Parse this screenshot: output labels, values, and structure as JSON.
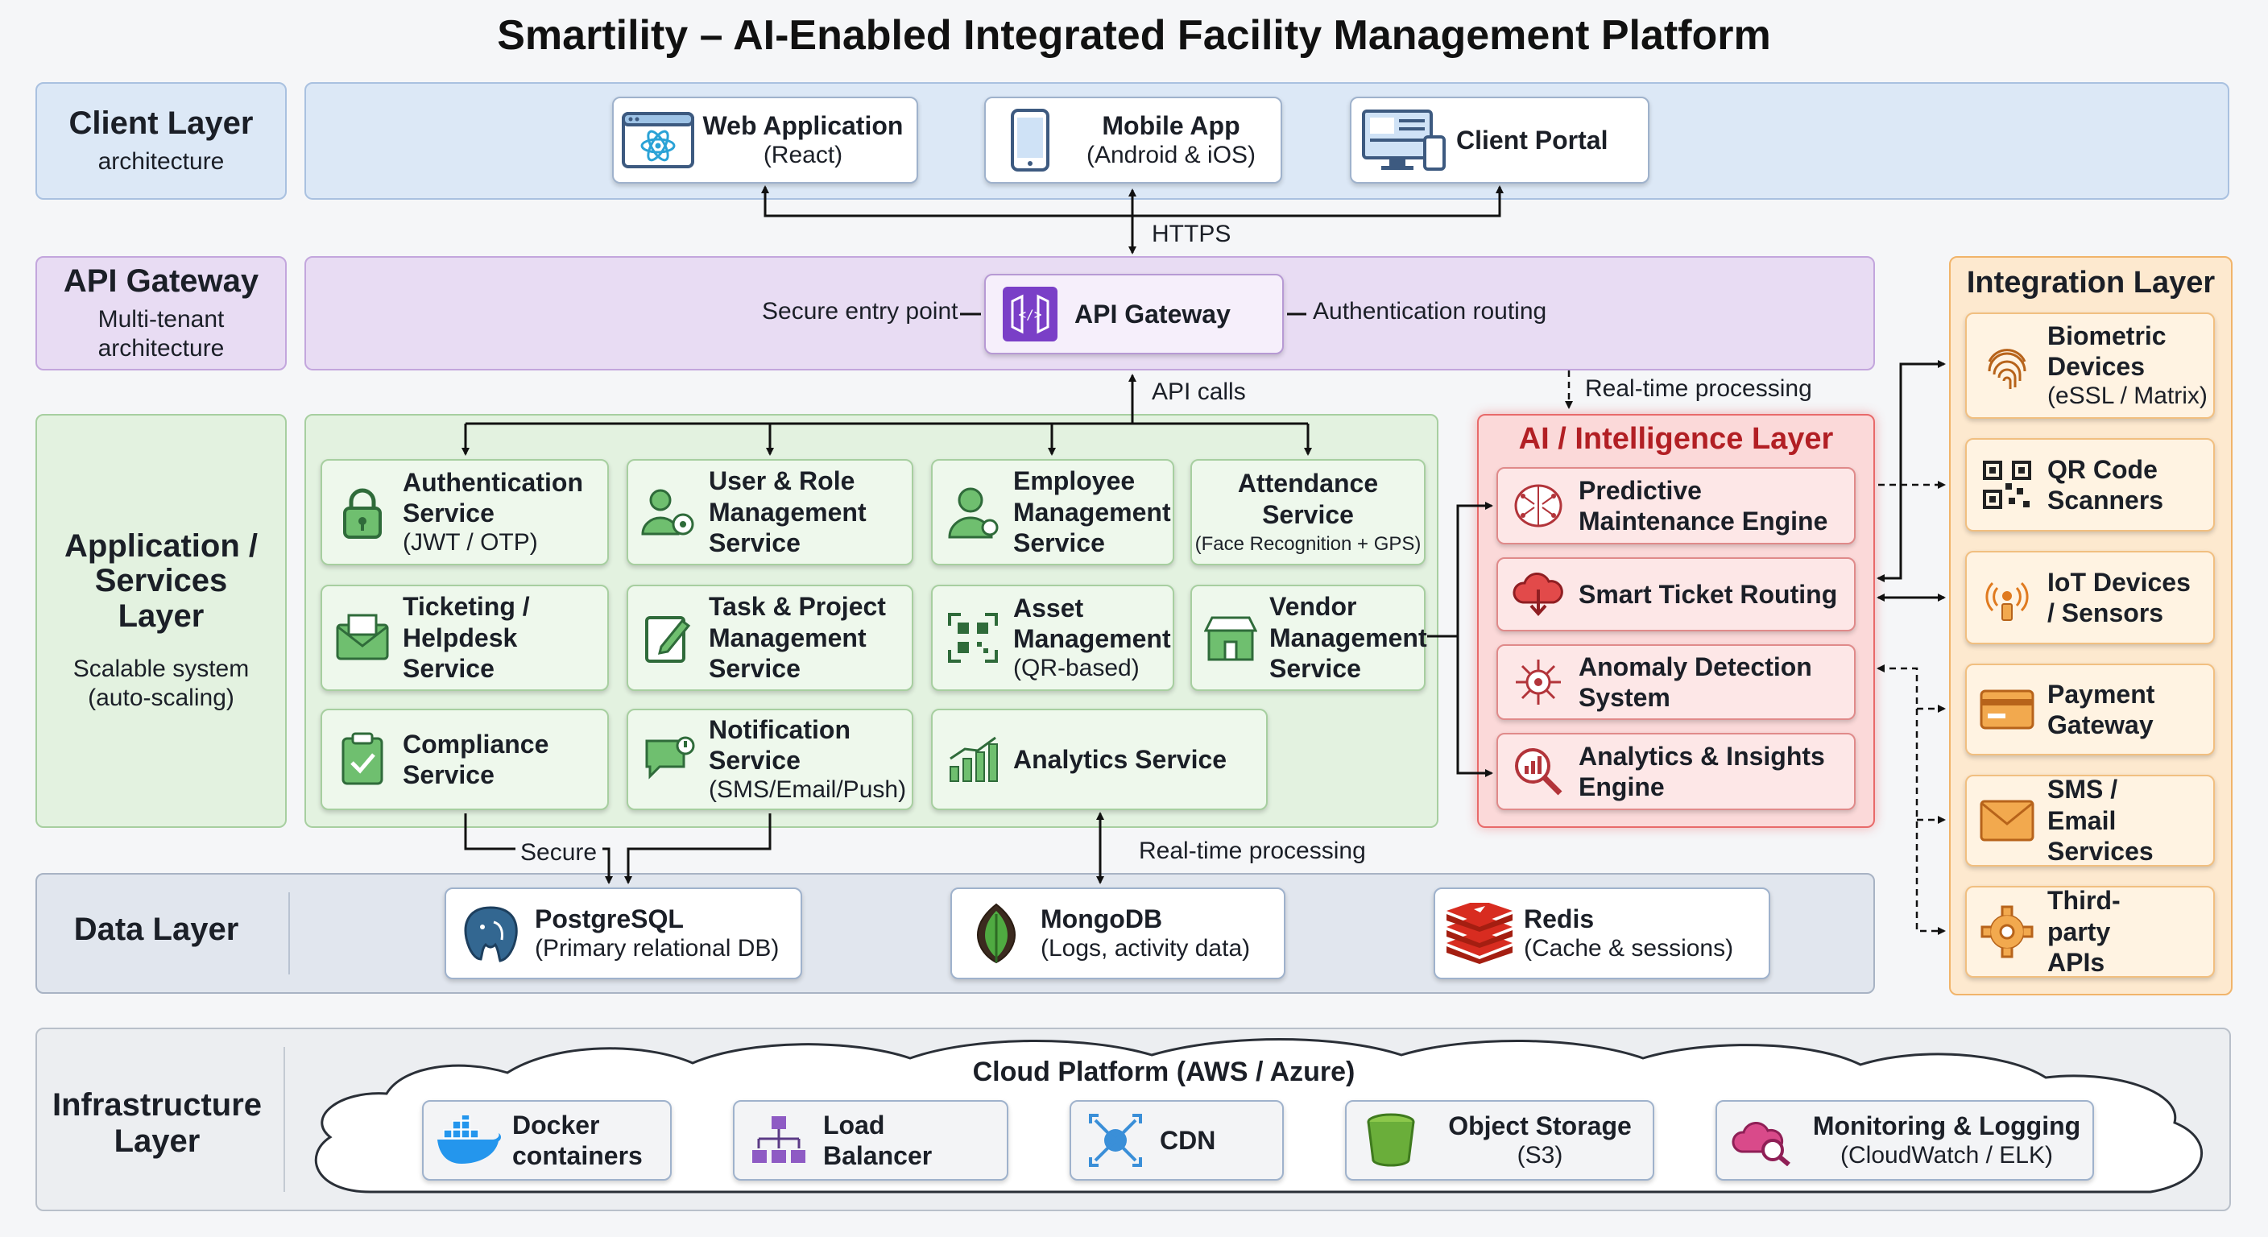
{
  "title": "Smartility – AI-Enabled Integrated Facility Management Platform",
  "client_layer": {
    "label": "Client Layer",
    "sub": "architecture",
    "items": [
      {
        "name": "Web Application",
        "sub": "(React)"
      },
      {
        "name": "Mobile App",
        "sub": "(Android & iOS)"
      },
      {
        "name": "Client Portal",
        "sub": ""
      }
    ]
  },
  "https_label": "HTTPS",
  "api_gateway_layer": {
    "label": "API Gateway",
    "sub": "Multi-tenant architecture",
    "box": "API Gateway",
    "left_note": "Secure entry point",
    "right_note": "Authentication routing"
  },
  "api_calls_label": "API calls",
  "realtime_label_top": "Real-time processing",
  "application_layer": {
    "label": "Application / Services Layer",
    "sub": "Scalable system (auto-scaling)",
    "services": [
      {
        "name": "Authentication Service",
        "sub": "(JWT / OTP)"
      },
      {
        "name": "User & Role Management Service",
        "sub": ""
      },
      {
        "name": "Employee Management Service",
        "sub": ""
      },
      {
        "name": "Attendance Service",
        "sub": "(Face Recognition + GPS)"
      },
      {
        "name": "Ticketing / Helpdesk Service",
        "sub": ""
      },
      {
        "name": "Task & Project Management Service",
        "sub": ""
      },
      {
        "name": "Asset Management",
        "sub": "(QR-based)"
      },
      {
        "name": "Vendor Management Service",
        "sub": ""
      },
      {
        "name": "Compliance Service",
        "sub": ""
      },
      {
        "name": "Notification Service",
        "sub": "(SMS/Email/Push)"
      },
      {
        "name": "Analytics Service",
        "sub": ""
      }
    ]
  },
  "ai_layer": {
    "label": "AI / Intelligence Layer",
    "items": [
      {
        "name": "Predictive Maintenance Engine"
      },
      {
        "name": "Smart Ticket Routing"
      },
      {
        "name": "Anomaly Detection System"
      },
      {
        "name": "Analytics & Insights Engine"
      }
    ]
  },
  "integration_layer": {
    "label": "Integration Layer",
    "items": [
      {
        "name": "Biometric Devices",
        "sub": "(eSSL / Matrix)"
      },
      {
        "name": "QR Code Scanners",
        "sub": ""
      },
      {
        "name": "IoT Devices / Sensors",
        "sub": ""
      },
      {
        "name": "Payment Gateway",
        "sub": ""
      },
      {
        "name": "SMS / Email Services",
        "sub": ""
      },
      {
        "name": "Third-party APIs",
        "sub": ""
      }
    ]
  },
  "secure_label": "Secure",
  "realtime_label_bottom": "Real-time processing",
  "data_layer": {
    "label": "Data Layer",
    "items": [
      {
        "name": "PostgreSQL",
        "sub": "(Primary relational DB)"
      },
      {
        "name": "MongoDB",
        "sub": "(Logs, activity data)"
      },
      {
        "name": "Redis",
        "sub": "(Cache & sessions)"
      }
    ]
  },
  "infrastructure_layer": {
    "label": "Infrastructure Layer",
    "cloud": "Cloud Platform (AWS / Azure)",
    "items": [
      {
        "name": "Docker containers",
        "sub": ""
      },
      {
        "name": "Load Balancer",
        "sub": ""
      },
      {
        "name": "CDN",
        "sub": ""
      },
      {
        "name": "Object Storage",
        "sub": "(S3)"
      },
      {
        "name": "Monitoring & Logging",
        "sub": "(CloudWatch / ELK)"
      }
    ]
  },
  "colors": {
    "client": "#dce8f6",
    "gateway": "#e8dcf3",
    "app": "#e3f2e0",
    "ai": "#fbd9d9",
    "integration": "#fde9cf",
    "data": "#e1e6ee",
    "infra": "#eceef1"
  }
}
